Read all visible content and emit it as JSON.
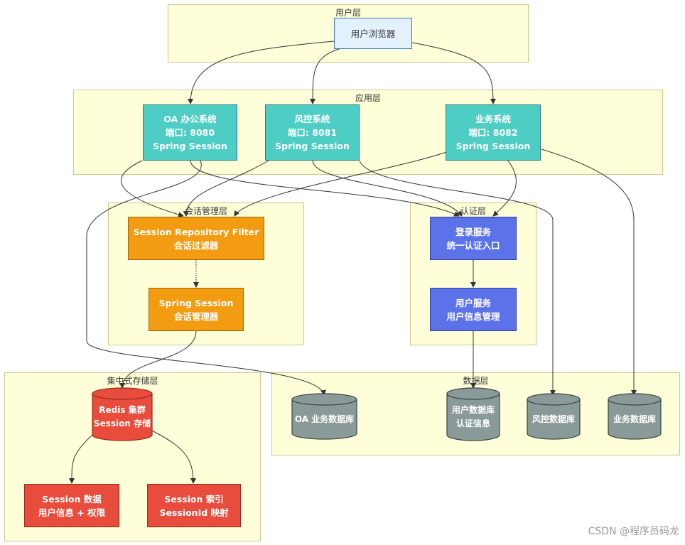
{
  "layers": {
    "user": "用户层",
    "app": "应用层",
    "session": "会话管理层",
    "auth": "认证层",
    "storage": "集中式存储层",
    "data": "数据层"
  },
  "nodes": {
    "browser": "用户浏览器",
    "oa": {
      "l1": "OA 办公系统",
      "l2": "端口: 8080",
      "l3": "Spring Session"
    },
    "risk": {
      "l1": "风控系统",
      "l2": "端口: 8081",
      "l3": "Spring Session"
    },
    "biz": {
      "l1": "业务系统",
      "l2": "端口: 8082",
      "l3": "Spring Session"
    },
    "filter": {
      "l1": "Session Repository Filter",
      "l2": "会话过滤器"
    },
    "manager": {
      "l1": "Spring Session",
      "l2": "会话管理器"
    },
    "login": {
      "l1": "登录服务",
      "l2": "统一认证入口"
    },
    "usersvc": {
      "l1": "用户服务",
      "l2": "用户信息管理"
    },
    "redis": {
      "l1": "Redis 集群",
      "l2": "Session 存储"
    },
    "sdata": {
      "l1": "Session 数据",
      "l2": "用户信息 + 权限"
    },
    "sindex": {
      "l1": "Session 索引",
      "l2": "SessionId 映射"
    },
    "oadb": "OA 业务数据库",
    "userdb": {
      "l1": "用户数据库",
      "l2": "认证信息"
    },
    "riskdb": "风控数据库",
    "bizdb": "业务数据库"
  },
  "colors": {
    "teal": "#4ecdc4",
    "orange": "#f39c12",
    "blue": "#5c72e8",
    "red": "#e74c3c",
    "db_gray": "#8a9a98",
    "layer_bg": "#fefed8",
    "browser_bg": "#e3f1fc"
  },
  "watermark": "CSDN @程序员码龙"
}
